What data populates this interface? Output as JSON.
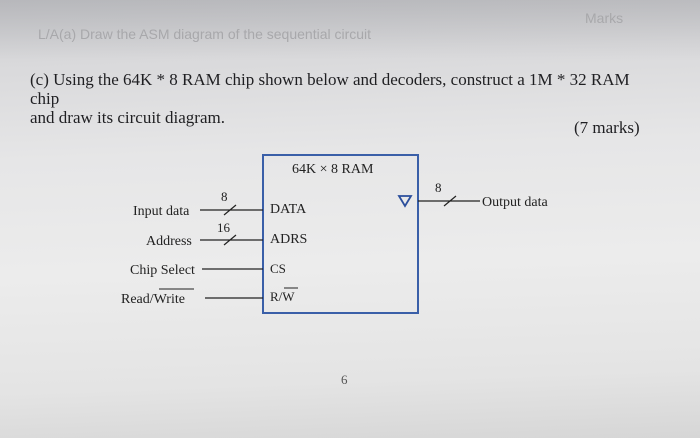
{
  "faded_header": {
    "left": "L/A(a) Draw the ASM diagram of the sequential circuit",
    "right": "Marks"
  },
  "question": {
    "line1": "(c) Using the 64K * 8 RAM chip shown below and decoders, construct a 1M * 32 RAM chip",
    "line2": "and draw its circuit diagram.",
    "marks": "(7 marks)"
  },
  "diagram": {
    "chip_title": "64K × 8 RAM",
    "inputs": {
      "input_data": "Input data",
      "address": "Address",
      "chip_select": "Chip Select",
      "read_write": "Read/Write"
    },
    "pins": {
      "data": "DATA",
      "adrs": "ADRS",
      "cs": "CS",
      "rw": "R/W"
    },
    "bus_widths": {
      "input_data": "8",
      "address": "16",
      "output_data": "8"
    },
    "output_label": "Output data"
  },
  "page_number": "6"
}
